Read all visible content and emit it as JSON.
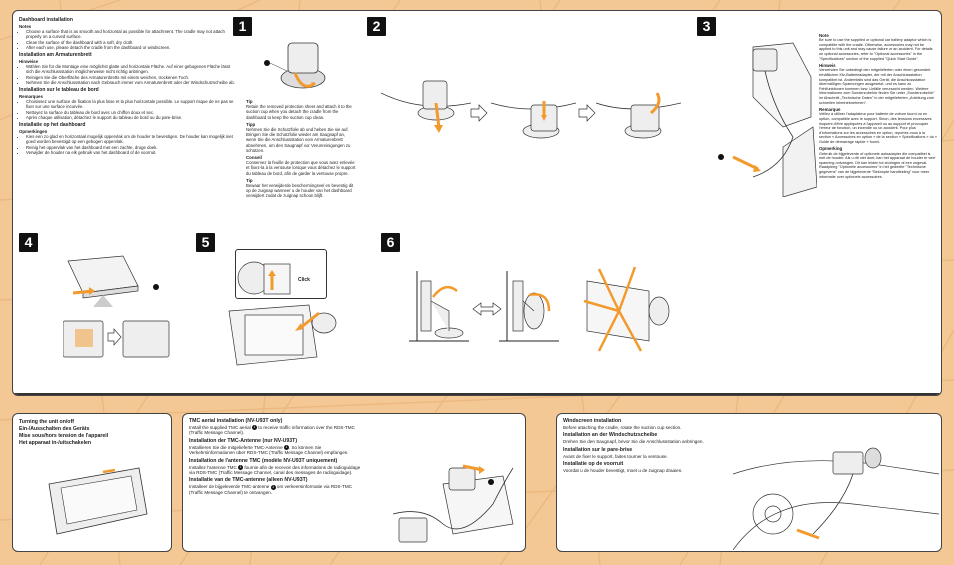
{
  "install": {
    "title": "Dashboard installation",
    "notes_head": "Notes",
    "notes": [
      "Choose a surface that is as smooth and horizontal as possible for attachment. The cradle may not attach properly on a curved surface.",
      "Clean the surface of the dashboard with a soft, dry cloth.",
      "After each use, please detach the cradle from the dashboard or windscreen."
    ],
    "de_title": "Installation am Armaturenbrett",
    "de_head": "Hinweise",
    "de_notes": [
      "Wählen Sie für die Montage eine möglichst glatte und horizontale Fläche. Auf einer gebogenen Fläche lässt sich die Anschlussstation möglicherweise nicht richtig anbringen.",
      "Reinigen Sie die Oberfläche des Armaturenbretts mit einem weichen, trockenen Tuch.",
      "Nehmen Sie die Anschlussstation nach Gebrauch immer vom Armaturenbrett oder der Windschutzscheibe ab."
    ],
    "fr_title": "Installation sur le tableau de bord",
    "fr_head": "Remarques",
    "fr_notes": [
      "Choisissez une surface de fixation la plus lisse et la plus horizontale possible. Le support risque de ne pas se fixer sur une surface incurvée.",
      "Nettoyez la surface du tableau de bord avec un chiffon doux et sec.",
      "Après chaque utilisation, détachez le support du tableau de bord ou du pare-brise."
    ],
    "nl_title": "Installatie op het dashboard",
    "nl_head": "Opmerkingen",
    "nl_notes": [
      "Kies een zo glad en horizontaal mogelijk oppervlak om de houder te bevestigen. De houder kan mogelijk niet goed worden bevestigd op een gebogen oppervlak.",
      "Reinig het oppervlak van het dashboard met een zachte, droge doek.",
      "Verwijder de houder na elk gebruik van het dashboard of de voorruit."
    ]
  },
  "tips": [
    {
      "head": "Tip",
      "text": "Retain the removed protection sheet and attach it to the suction cup when you detach the cradle from the dashboard to keep the suction cup clean."
    },
    {
      "head": "Tipp",
      "text": "Nehmen Sie die Schutzfolie ab und heben Sie sie auf. Bringen Sie die Schutzfolie wieder am Saugnapf an, wenn Sie die Anschlussstation vom Armaturenbrett abnehmen, um den Saugnapf vor Verunreinigungen zu schützen."
    },
    {
      "head": "Conseil",
      "text": "Conservez la feuille de protection que vous avez enlevée et fixez-la à la ventouse lorsque vous détachez le support du tableau de bord, afin de garder la ventouse propre."
    },
    {
      "head": "Tip",
      "text": "Bewaar het verwijderde beschermingsvel en bevestig dit op de zuignap wanneer u de houder van het dashboard verwijdert zodat de zuignap schoon blijft."
    }
  ],
  "steps": [
    "1",
    "2",
    "3",
    "4",
    "5",
    "6"
  ],
  "step5_label": "Click",
  "callout_1": "1",
  "notes_right": [
    {
      "head": "Note",
      "text": "Be sure to use the supplied or optional car battery adaptor which is compatible with the cradle. Otherwise, accessories may not be applied to this unit and may cause failure or an accident. For details on optional accessories, refer to \"Optional accessories\" in the \"Specifications\" section of the supplied \"Quick Start Guide\"."
    },
    {
      "head": "Hinweis",
      "text": "Verwenden Sie unbedingt den mitgelieferten oder einen gesondert erhältlichen Kfz-Batterieadapter, der mit der Anschlussstation kompatibel ist. Andernfalls sind das Gerät, die Anschlussstation übermäßigen Spannungen ausgesetzt, und es kann zu Fehlfunktionen kommen bzw. Unfälle verursacht werden. Weitere Informationen zum Sonderzubehör finden Sie unter „Sonderzubehör\" im Abschnitt „Technische Daten\" in der mitgelieferten „Anleitung zum schnellen Inbetriebnehmen\"."
    },
    {
      "head": "Remarque",
      "text": "Veillez à utiliser l'adaptateur pour batterie de voiture fourni ou en option, compatible avec le support. Sinon, des tensions excessives risquent d'être appliquées à l'appareil ou au support et provoquer l'erreur de fonction, un incendie ou un accident. Pour plus d'informations sur les accessoires en option, reportez-vous à la section « Accessoires en option » de la section « Spécifications » du « Guide de démarrage rapide » fourni."
    },
    {
      "head": "Opmerking",
      "text": "Gebruik de bijgeleverde of optionele autoadapter die compatibel is met de houder. Als u dit niet doet, kan het apparaat de houder te veel spanning ontvangen. Dit kan leiden tot storingen of een ongeval. Raadpleeg \"Optionele accessoires\" in het gedeelte \"Technische gegevens\" van de bijgeleverde \"Beknopte handleiding\" voor meer informatie over optionele accessoires."
    }
  ],
  "power": {
    "lines": [
      "Turning the unit on/off",
      "Ein-/Ausschalten des Geräts",
      "Mise sous/hors tension de l'appareil",
      "Het apparaat in-/uitschakelen"
    ]
  },
  "tmc": {
    "sections": [
      {
        "title": "TMC aerial installation (NV-U93T only)",
        "text_a": "Install the supplied TMC aerial",
        "text_b": "to receive traffic information over the RDS-TMC (Traffic Message Channel)."
      },
      {
        "title": "Installation der TMC-Antenne (nur NV-U93T)",
        "text_a": "Installieren Sie die mitgelieferte TMC-Antenne",
        "text_b": ". So können Sie Verkehrsinformationen über RDS-TMC (Traffic Message Channel) empfangen."
      },
      {
        "title": "Installation de l'antenne TMC (modèle NV-U93T uniquement)",
        "text_a": "Installez l'antenne TMC",
        "text_b": "fournie afin de recevoir des informations de radioguidage via RDS-TMC (Traffic Message Channel, canal des messages de radioguidage)."
      },
      {
        "title": "Installatie van de TMC-antenne (alleen NV-U93T)",
        "text_a": "Installeer de bijgeleverde TMC-antenne",
        "text_b": "om verkeersinformatie via RDS-TMC (Traffic Message Channel) te ontvangen."
      }
    ]
  },
  "wind": {
    "sections": [
      {
        "title": "Windscreen installation",
        "text": "Before attaching the cradle, rotate the suction cup section."
      },
      {
        "title": "Installation an der Windschutzscheibe",
        "text": "Drehen Sie den Saugnapf, bevor Sie die Anschlussstation anbringen."
      },
      {
        "title": "Installation sur le pare-brise",
        "text": "Avant de fixer le support, faites tourner la ventouse."
      },
      {
        "title": "Installatie op de voorruit",
        "text": "Voordat u de houder bevestigt, moet u de zuignap draaien."
      }
    ]
  }
}
